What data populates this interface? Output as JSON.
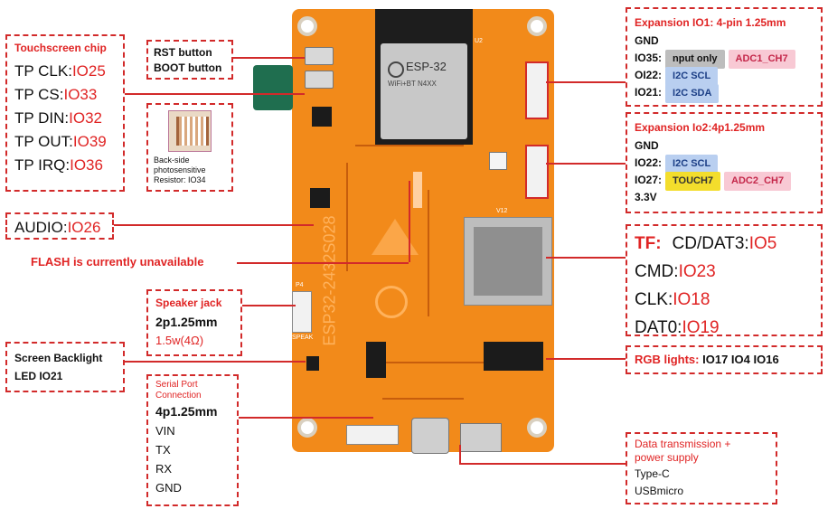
{
  "touch_chip": {
    "title": "Touchscreen chip",
    "rows": [
      {
        "label": "TP CLK:",
        "value": "IO25"
      },
      {
        "label": "TP CS:",
        "value": "IO33"
      },
      {
        "label": "TP DIN:",
        "value": "IO32"
      },
      {
        "label": "TP OUT:",
        "value": "IO39"
      },
      {
        "label": "TP IRQ:",
        "value": "IO36"
      }
    ]
  },
  "buttons": {
    "rst": "RST button",
    "boot": "BOOT button"
  },
  "photo": {
    "line1": "Back-side",
    "line2": "photosensitive",
    "line3": "Resistor: IO34"
  },
  "audio": {
    "label": "AUDIO:",
    "value": "IO26"
  },
  "flash": "FLASH is currently unavailable",
  "speaker": {
    "title": "Speaker jack",
    "size": "2p1.25mm",
    "power": "1.5w(4Ω)"
  },
  "backlight": {
    "line1": "Screen Backlight",
    "line2": "LED IO21"
  },
  "serial": {
    "title1": "Serial Port",
    "title2": "Connection",
    "size": "4p1.25mm",
    "pins": [
      "VIN",
      "TX",
      "RX",
      "GND"
    ]
  },
  "exp1": {
    "title": "Expansion IO1: 4-pin 1.25mm",
    "gnd": "GND",
    "io35": "IO35:",
    "io35_tag": "nput only",
    "io35_tag2": "ADC1_CH7",
    "io22": "OI22:",
    "io22_tag": "I2C SCL",
    "io21": "IO21:",
    "io21_tag": "I2C SDA"
  },
  "exp2": {
    "title": "Expansion Io2:4p1.25mm",
    "gnd": "GND",
    "io22": "IO22:",
    "io22_tag": "I2C SCL",
    "io27": "IO27:",
    "io27_tag": "TOUCH7",
    "io27_tag2": "ADC2_CH7",
    "v33": "3.3V"
  },
  "tf": {
    "title": "TF:",
    "rows": [
      {
        "label": "CD/DAT3:",
        "value": "IO5"
      },
      {
        "label": "CMD:",
        "value": "IO23"
      },
      {
        "label": "CLK:",
        "value": "IO18"
      },
      {
        "label": "DAT0:",
        "value": "IO19"
      }
    ]
  },
  "rgb": {
    "label": "RGB lights:",
    "value": "IO17 IO4 IO16"
  },
  "power": {
    "title1": "Data transmission +",
    "title2": "power supply",
    "type_c": "Type-C",
    "usb": "USBmicro"
  },
  "board": {
    "module_brand": "ESP-32",
    "module_sub": "WiFi+BT N4XX",
    "u2": "U2",
    "speak": "SPEAK",
    "p4": "P4",
    "v12": "V12",
    "silk": "ESP32-2432S028"
  },
  "colors": {
    "board": "#f28a1a",
    "accent": "#e02424"
  }
}
